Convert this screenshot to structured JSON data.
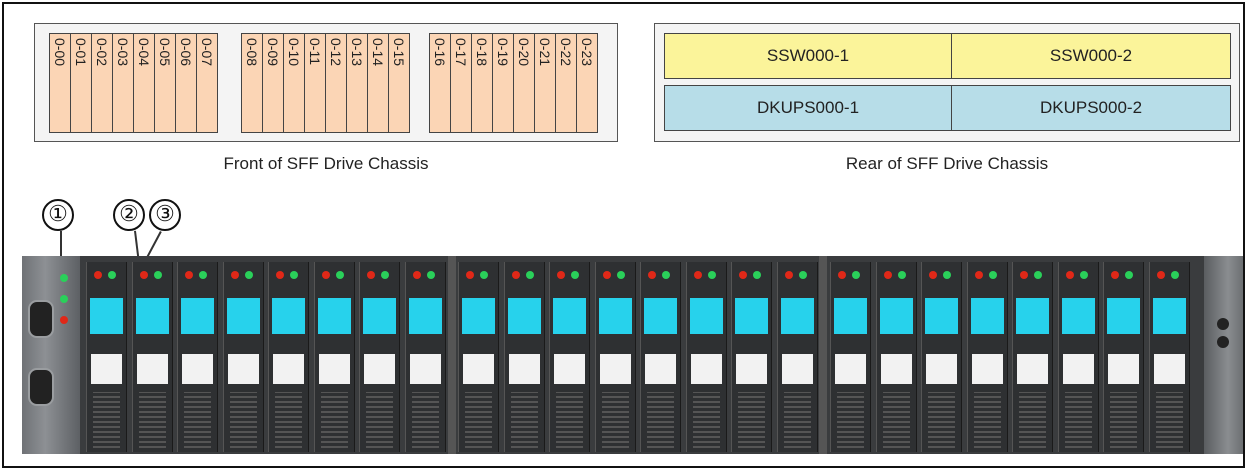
{
  "front": {
    "caption": "Front of SFF Drive Chassis",
    "slots": [
      "0-00",
      "0-01",
      "0-02",
      "0-03",
      "0-04",
      "0-05",
      "0-06",
      "0-07",
      "0-08",
      "0-09",
      "0-10",
      "0-11",
      "0-12",
      "0-13",
      "0-14",
      "0-15",
      "0-16",
      "0-17",
      "0-18",
      "0-19",
      "0-20",
      "0-21",
      "0-22",
      "0-23"
    ]
  },
  "rear": {
    "caption": "Rear of SFF Drive Chassis",
    "cells": [
      "SSW000-1",
      "SSW000-2",
      "DKUPS000-1",
      "DKUPS000-2"
    ]
  },
  "callouts": [
    "①",
    "②",
    "③"
  ],
  "colors": {
    "slot_fill": "#fbd5b5",
    "ssw_fill": "#fbf49a",
    "dkups_fill": "#b7dde8",
    "led_red": "#e02818",
    "led_green": "#2ad05a",
    "latch_cyan": "#27d2ec"
  }
}
